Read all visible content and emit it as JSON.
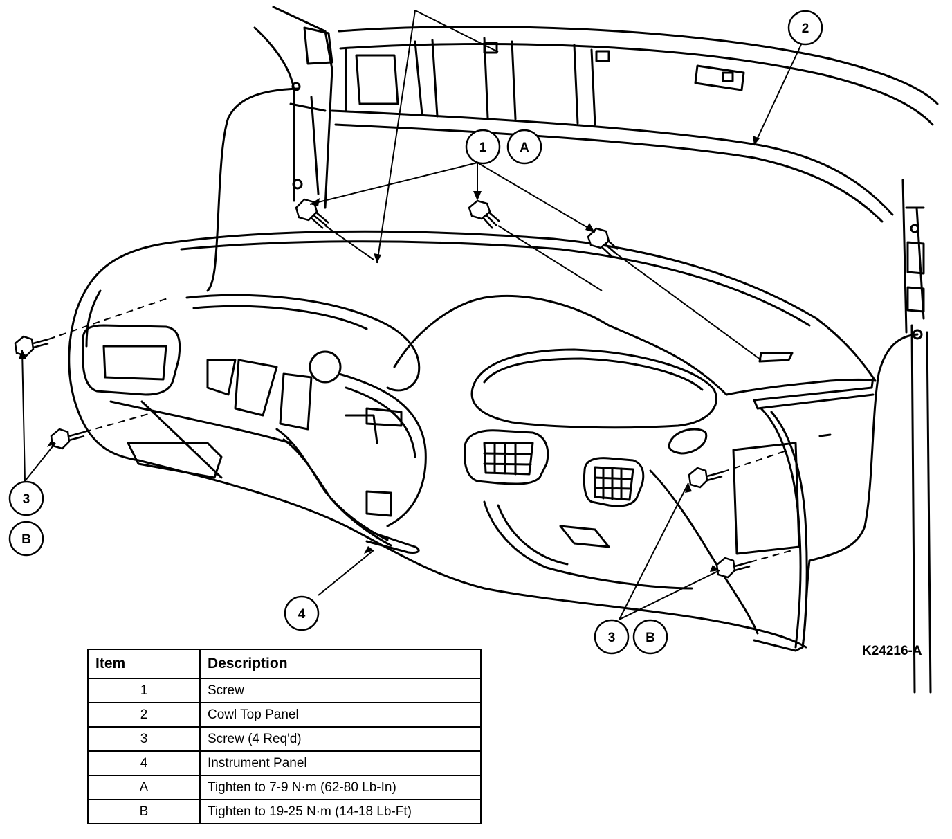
{
  "callouts": {
    "c1": "1",
    "cA": "A",
    "c2": "2",
    "c3_left": "3",
    "cB_left": "B",
    "c4": "4",
    "c3_right": "3",
    "cB_right": "B"
  },
  "figure_id": "K24216-A",
  "legend": {
    "header_item": "Item",
    "header_description": "Description",
    "rows": [
      {
        "item": "1",
        "description": "Screw"
      },
      {
        "item": "2",
        "description": "Cowl Top Panel"
      },
      {
        "item": "3",
        "description": "Screw (4 Req'd)"
      },
      {
        "item": "4",
        "description": "Instrument Panel"
      },
      {
        "item": "A",
        "description": "Tighten to 7-9 N·m (62-80 Lb-In)"
      },
      {
        "item": "B",
        "description": "Tighten to 19-25 N·m (14-18 Lb-Ft)"
      }
    ]
  }
}
